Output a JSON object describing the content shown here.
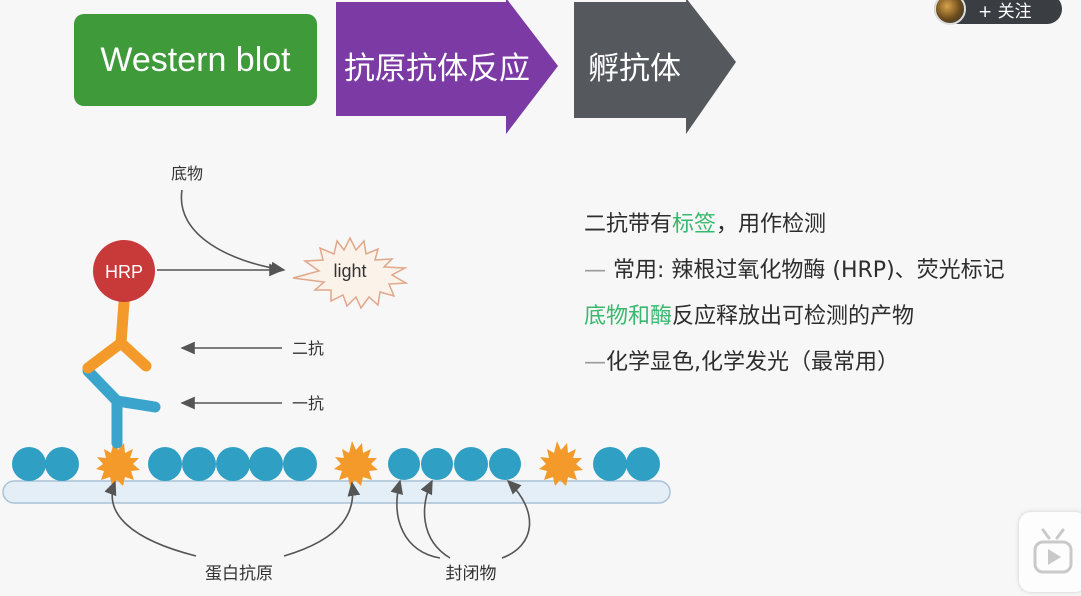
{
  "header": {
    "step1": "Western blot",
    "step2": "抗原抗体反应",
    "step3": "孵抗体",
    "colors": {
      "step1": "#3f9a3a",
      "step2": "#7b3aa4",
      "step3": "#55585c"
    }
  },
  "follow": {
    "label": "+ 关注"
  },
  "diagram": {
    "substrate": "底物",
    "hrp": "HRP",
    "light": "light",
    "secondary": "二抗",
    "primary": "一抗",
    "antigen": "蛋白抗原",
    "blocker": "封闭物"
  },
  "notes": {
    "line1_pre": "二抗带有",
    "line1_hl": "标签",
    "line1_post": "，用作检测",
    "line2_dash": "—",
    "line2_text": " 常用: 辣根过氧化物酶 (HRP)、荧光标记",
    "line3_hl": "底物和酶",
    "line3_post": "反应释放出可检测的产物",
    "line4_dash": "—",
    "line4_text": "化学显色,化学发光（最常用）"
  }
}
